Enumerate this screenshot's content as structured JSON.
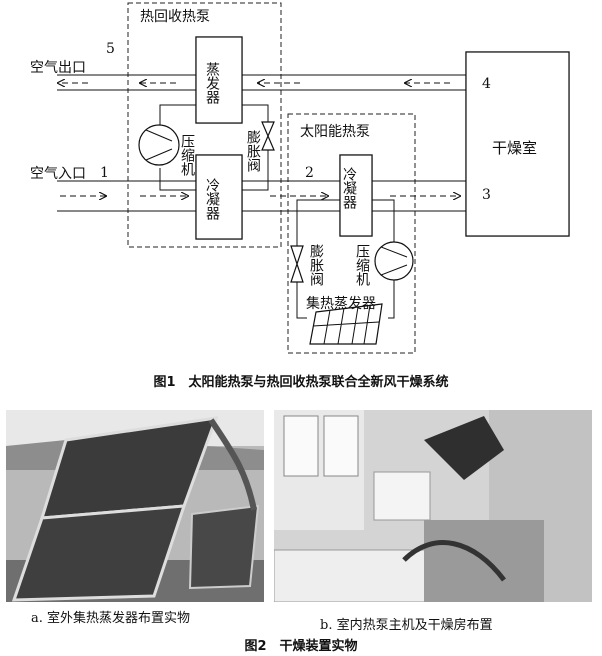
{
  "figure1": {
    "caption": "图1　太阳能热泵与热回收热泵联合全新风干燥系统",
    "heat_recovery_pump": "热回收热泵",
    "solar_pump": "太阳能热泵",
    "evaporator": "蒸发器",
    "condenser_upper": "冷凝器",
    "compressor_upper": "压缩机",
    "expansion_valve_upper": "膨胀阀",
    "condenser_lower": "冷凝器",
    "compressor_lower": "压缩机",
    "expansion_valve_lower": "膨胀阀",
    "collector_evaporator": "集热蒸发器",
    "drying_room": "干燥室",
    "air_outlet": "空气出口",
    "air_inlet": "空气入口",
    "node_1": "1",
    "node_2": "2",
    "node_3": "3",
    "node_4": "4",
    "node_5": "5"
  },
  "figure2": {
    "caption": "图2　干燥装置实物",
    "photo_a_caption": "a. 室外集热蒸发器布置实物",
    "photo_b_caption": "b. 室内热泵主机及干燥房布置"
  }
}
